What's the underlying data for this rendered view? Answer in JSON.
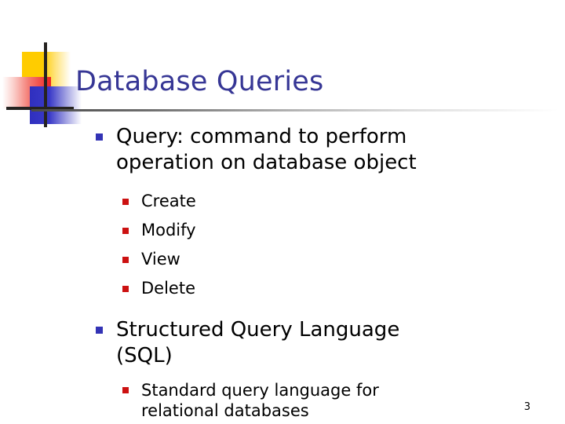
{
  "slide": {
    "title": "Database Queries",
    "page_number": "3",
    "colors": {
      "title": "#363695",
      "bullet_level1": "#3333B5",
      "bullet_level2": "#CC1111",
      "body_text": "#000000",
      "rule": "#4A4A4A",
      "deco_yellow": "#FFCC00",
      "deco_red": "#EE2222",
      "deco_blue": "#2F2FBF",
      "deco_line": "#262321",
      "background": "#FFFFFF"
    },
    "decoration": {
      "yellow_square": "yellow-square",
      "red_square": "red-square",
      "blue_square": "blue-square",
      "vertical_line": "vertical-line",
      "horizontal_line": "horizontal-line"
    },
    "content": [
      {
        "level": 1,
        "text": "Query:  command to perform operation on database object"
      },
      {
        "level": 2,
        "text": "Create"
      },
      {
        "level": 2,
        "text": "Modify"
      },
      {
        "level": 2,
        "text": "View"
      },
      {
        "level": 2,
        "text": "Delete"
      },
      {
        "level": 1,
        "text": "Structured Query Language (SQL)"
      },
      {
        "level": 2,
        "text": "Standard query language for relational databases"
      }
    ]
  }
}
